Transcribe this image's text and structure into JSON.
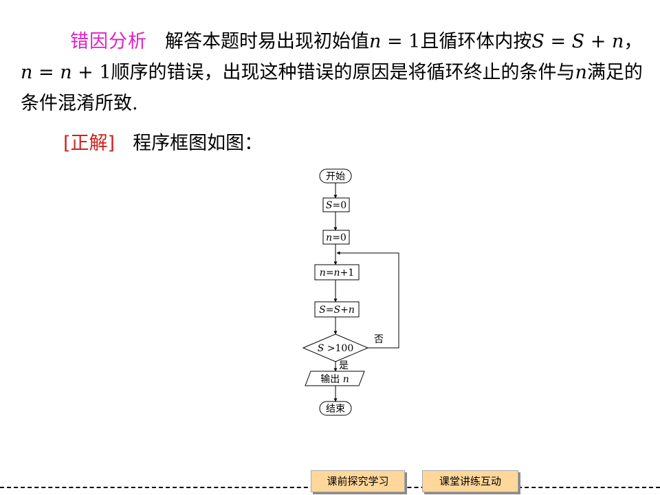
{
  "analysis": {
    "tag": "错因分析",
    "text1": "解答本题时易出现初始值",
    "var_n": "n",
    "text2": " = 1且循环体内按",
    "var_S": "S",
    "text3": " = ",
    "text4": " + ",
    "text5": "，",
    "text6": " = ",
    "text7": " + 1顺序的错误，出现这种错误的原因是将循环终止的条件与",
    "text8": "满足的条件混淆所致."
  },
  "solution": {
    "tag": "[正解]",
    "text": "程序框图如图："
  },
  "flowchart": {
    "start": "开始",
    "init_s_var": "S",
    "init_s_val": "=0",
    "init_n_var": "n",
    "init_n_val": "=0",
    "step1_var": "n",
    "step1_eq": "=",
    "step1_expr_var": "n",
    "step1_expr_rest": "+1",
    "step2_var": "S",
    "step2_eq": "=",
    "step2_expr_var": "S",
    "step2_plus": "+",
    "step2_expr_n": "n",
    "cond_var": "S",
    "cond_rest": " >100",
    "no_label": "否",
    "yes_label": "是",
    "output_text": "输出",
    "output_var": "n",
    "end": "结束"
  },
  "nav": {
    "prev_label": "课前探究学习",
    "next_label": "课堂讲练互动"
  },
  "colors": {
    "tag_magenta": "#e020c8",
    "tag_red": "#d0201c",
    "nav_fill": "#ffd79a"
  }
}
